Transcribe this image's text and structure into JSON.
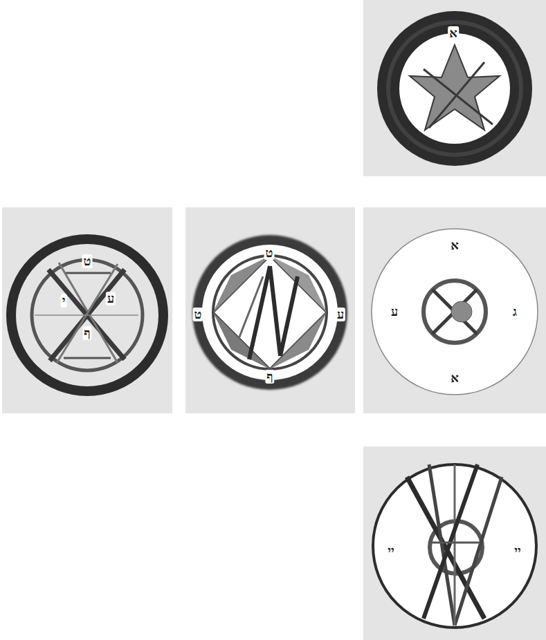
{
  "diagram": {
    "labels": [
      "א",
      "ט",
      "י",
      "ע",
      "ף",
      "ט",
      "ט",
      "ע",
      "ף",
      "א",
      "ג",
      "ע",
      "א",
      "יי",
      "יי"
    ]
  }
}
